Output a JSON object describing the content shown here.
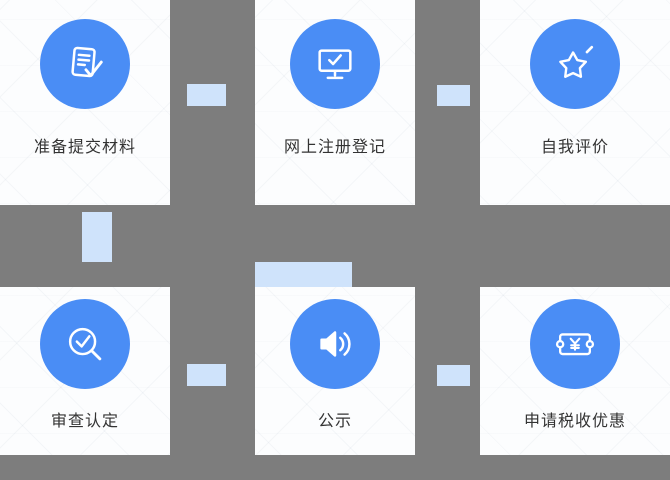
{
  "colors": {
    "accent_blue": "#4a8df5",
    "connector_blue": "#cfe3fb",
    "gray_band": "#7d7d7d",
    "label_text": "#333333",
    "icon_stroke": "#ffffff"
  },
  "steps": [
    {
      "label": "准备提交材料",
      "icon": "document-check-icon"
    },
    {
      "label": "网上注册登记",
      "icon": "monitor-check-icon"
    },
    {
      "label": "自我评价",
      "icon": "seal-star-icon"
    },
    {
      "label": "审查认定",
      "icon": "magnifier-check-icon"
    },
    {
      "label": "公示",
      "icon": "speaker-icon"
    },
    {
      "label": "申请税收优惠",
      "icon": "ticket-yuan-icon"
    }
  ]
}
